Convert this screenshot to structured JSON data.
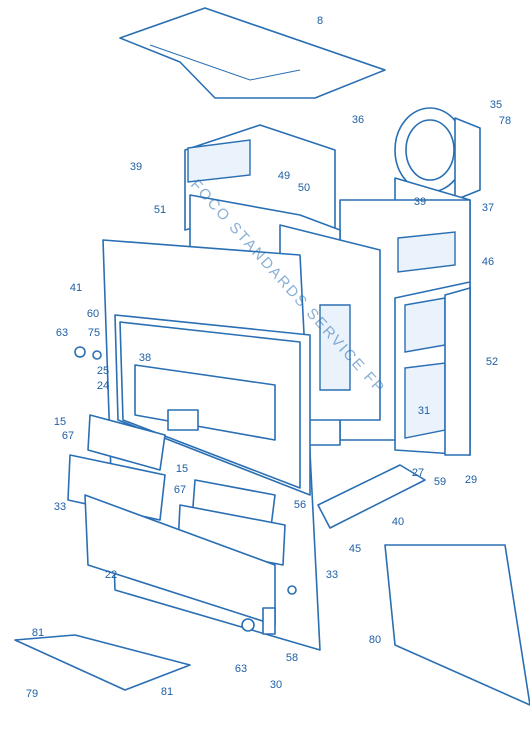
{
  "watermark": "FOCO STANDARDS SERVICE FP",
  "callouts": [
    "8",
    "35",
    "78",
    "36",
    "39",
    "37",
    "49",
    "50",
    "51",
    "39",
    "46",
    "41",
    "60",
    "63",
    "75",
    "38",
    "52",
    "25",
    "24",
    "31",
    "15",
    "67",
    "27",
    "59",
    "29",
    "15",
    "67",
    "56",
    "33",
    "40",
    "45",
    "22",
    "33",
    "80",
    "81",
    "63",
    "58",
    "30",
    "79",
    "81"
  ],
  "colors": {
    "line": "#2a6fb3",
    "text": "#1f5fa5",
    "fill_light": "#eaf2fb"
  }
}
